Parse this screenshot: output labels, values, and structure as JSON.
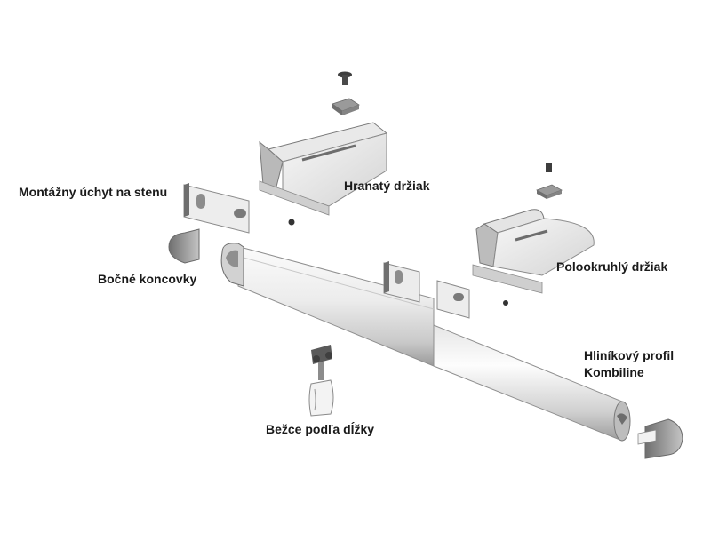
{
  "labels": {
    "wall_bracket": "Montážny úchyt na stenu",
    "square_holder": "Hranatý držiak",
    "end_caps": "Bočné koncovky",
    "semicircular_holder": "Polookruhlý držiak",
    "profile_line1": "Hliníkový profil",
    "profile_line2": "Kombiline",
    "runners": "Bežce podľa dĺžky"
  },
  "colors": {
    "text": "#1a1a1a",
    "part_light": "#f4f4f4",
    "part_mid": "#d9d9d9",
    "part_dark": "#8a8a8a",
    "outline": "#7a7a7a"
  }
}
